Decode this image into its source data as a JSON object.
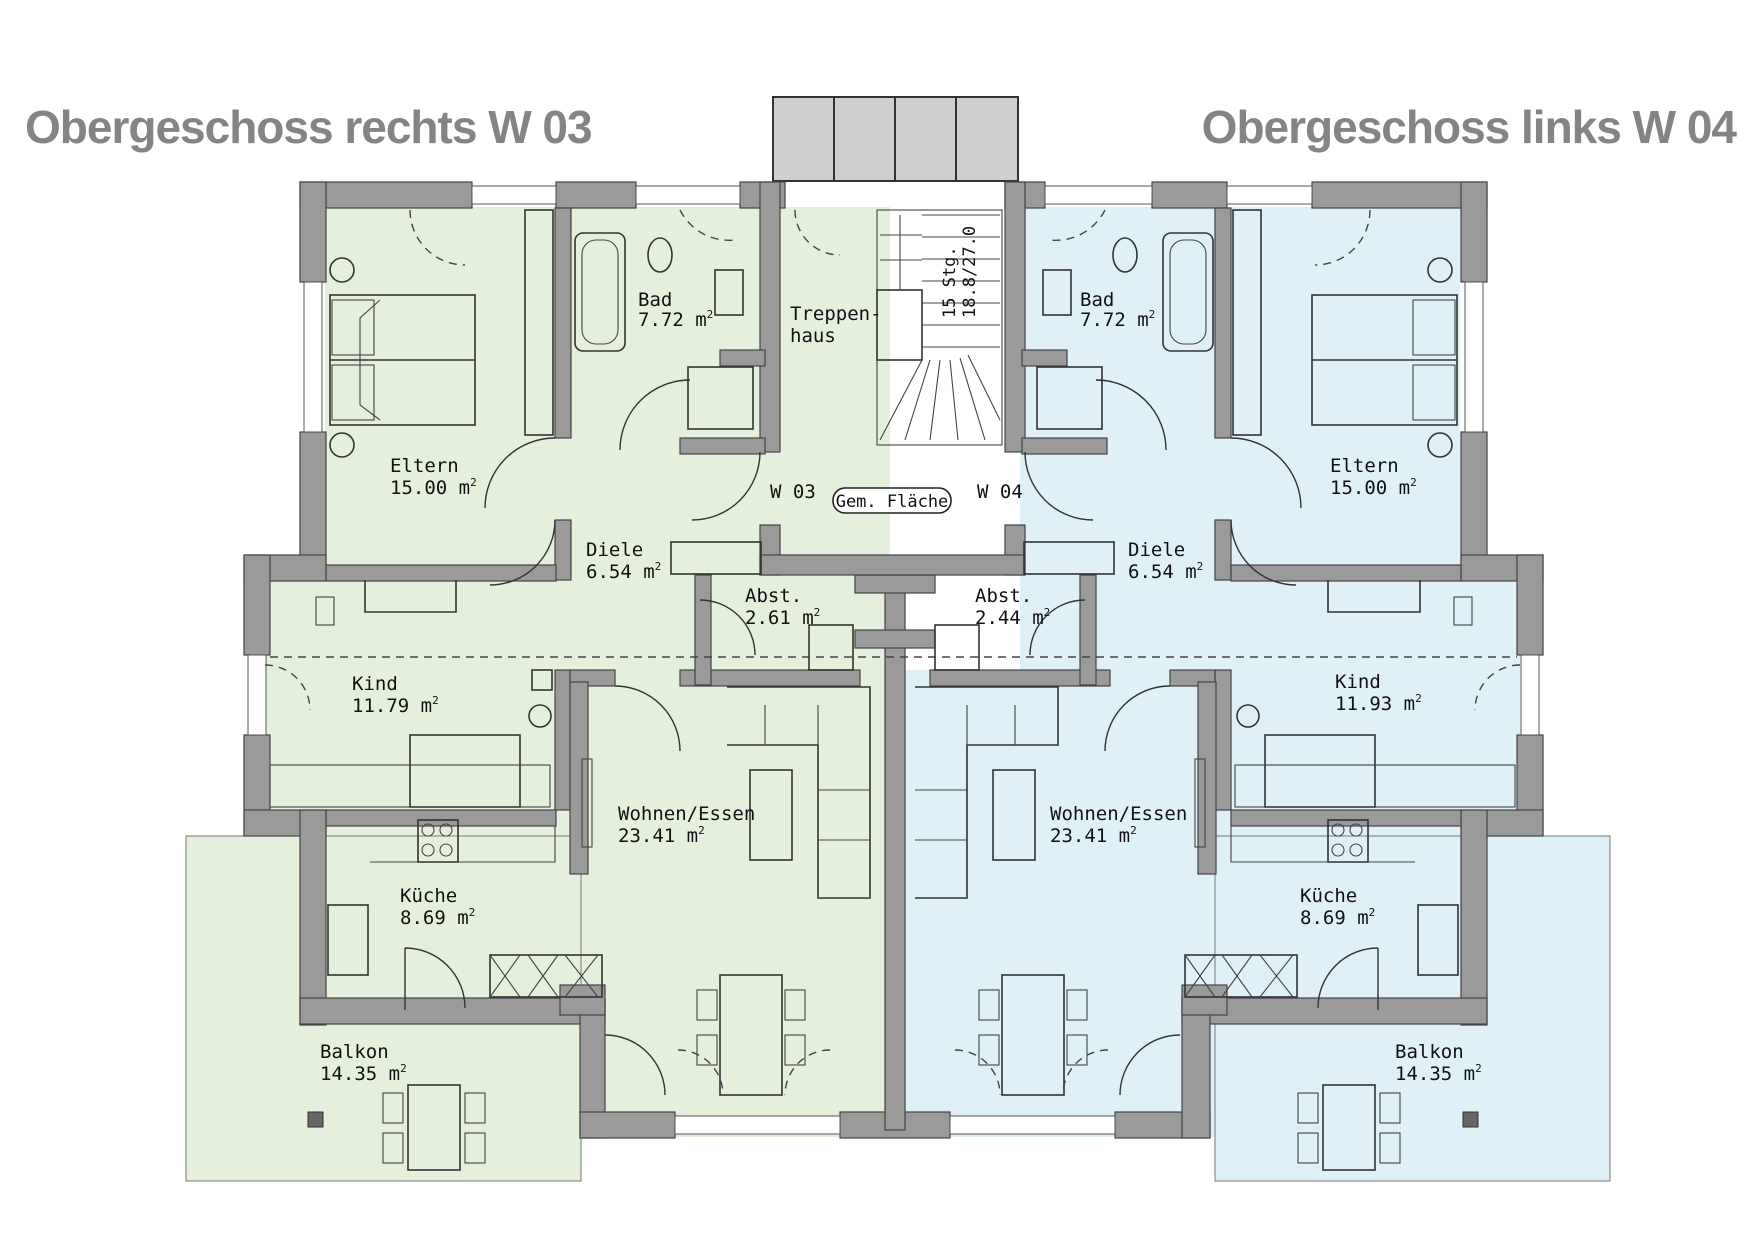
{
  "titles": {
    "left": "Obergeschoss rechts W 03",
    "right": "Obergeschoss links W 04"
  },
  "colors": {
    "unit_w03": "#e4f0dc",
    "unit_w04": "#dff0f6",
    "wall": "#9a9a9a",
    "title": "#848484"
  },
  "rooms_w03": {
    "bad": {
      "name": "Bad",
      "area": "7.72 m"
    },
    "eltern": {
      "name": "Eltern",
      "area": "15.00 m"
    },
    "diele": {
      "name": "Diele",
      "area": "6.54 m"
    },
    "abst": {
      "name": "Abst.",
      "area": "2.61 m"
    },
    "kind": {
      "name": "Kind",
      "area": "11.79 m"
    },
    "wohnen": {
      "name": "Wohnen/Essen",
      "area": "23.41 m"
    },
    "kueche": {
      "name": "Küche",
      "area": "8.69 m"
    },
    "balkon": {
      "name": "Balkon",
      "area": "14.35 m"
    }
  },
  "rooms_w04": {
    "bad": {
      "name": "Bad",
      "area": "7.72 m"
    },
    "eltern": {
      "name": "Eltern",
      "area": "15.00 m"
    },
    "diele": {
      "name": "Diele",
      "area": "6.54 m"
    },
    "abst": {
      "name": "Abst.",
      "area": "2.44 m"
    },
    "kind": {
      "name": "Kind",
      "area": "11.93 m"
    },
    "wohnen": {
      "name": "Wohnen/Essen",
      "area": "23.41 m"
    },
    "kueche": {
      "name": "Küche",
      "area": "8.69 m"
    },
    "balkon": {
      "name": "Balkon",
      "area": "14.35 m"
    }
  },
  "stair": {
    "name_line1": "Treppen-",
    "name_line2": "haus",
    "spec_line1": "15 Stg.",
    "spec_line2": "18.8/27.0",
    "unit_left": "W 03",
    "unit_right": "W 04",
    "common_area": "Gem. Fläche"
  },
  "area_unit_sup": "2"
}
